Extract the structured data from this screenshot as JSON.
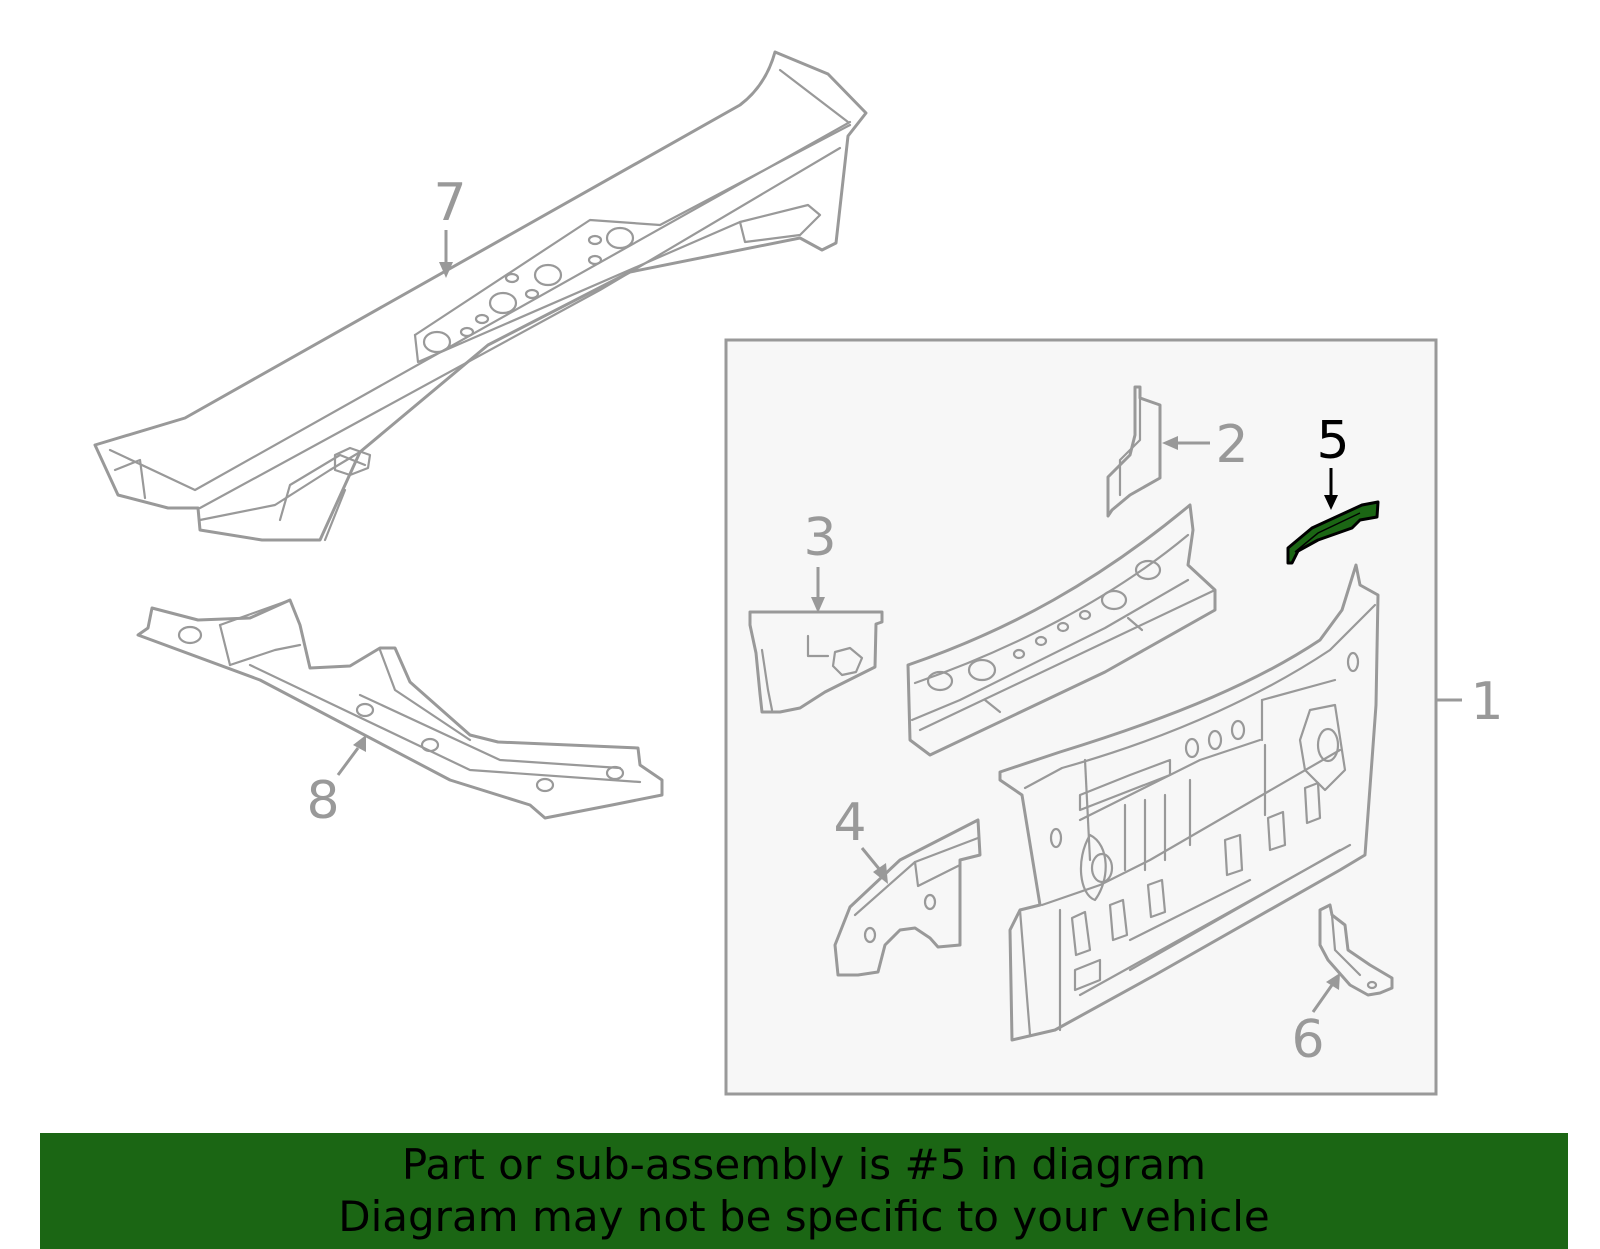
{
  "colors": {
    "line": "#999999",
    "highlight_fill": "#1b6614",
    "highlight_stroke": "#000000",
    "inset_background": "#f7f7f7",
    "banner_background": "#1b6614",
    "banner_text": "#000000"
  },
  "highlighted_part": "5",
  "callouts": {
    "c1": "1",
    "c2": "2",
    "c3": "3",
    "c4": "4",
    "c5": "5",
    "c6": "6",
    "c7": "7",
    "c8": "8"
  },
  "banner": {
    "line1": "Part or sub-assembly is #5 in diagram",
    "line2": "Diagram may not be specific to your vehicle"
  }
}
